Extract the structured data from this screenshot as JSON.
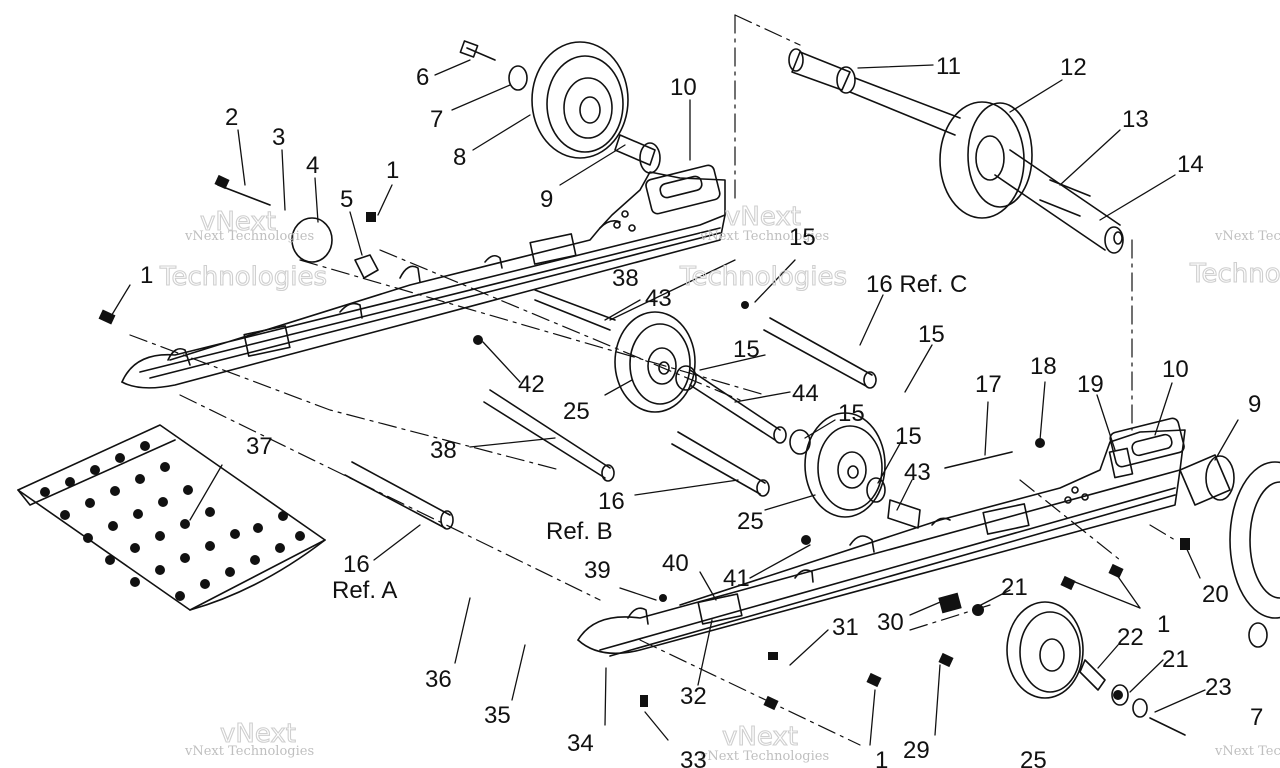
{
  "diagram": {
    "watermark_small": "vNext Technologies",
    "watermark_large_1": "vNext",
    "watermark_large_2": "Technologies",
    "labels": [
      "1",
      "2",
      "3",
      "4",
      "5",
      "6",
      "7",
      "8",
      "9",
      "10",
      "11",
      "12",
      "13",
      "14",
      "15",
      "16 Ref. C",
      "16",
      "Ref. B",
      "Ref. A",
      "17",
      "18",
      "19",
      "20",
      "21",
      "22",
      "23",
      "25",
      "29",
      "30",
      "31",
      "32",
      "33",
      "34",
      "35",
      "36",
      "37",
      "38",
      "39",
      "40",
      "41",
      "42",
      "43",
      "44"
    ]
  },
  "colors": {
    "ink": "#111111",
    "watermark": "#c8c8c8",
    "background": "#ffffff"
  }
}
